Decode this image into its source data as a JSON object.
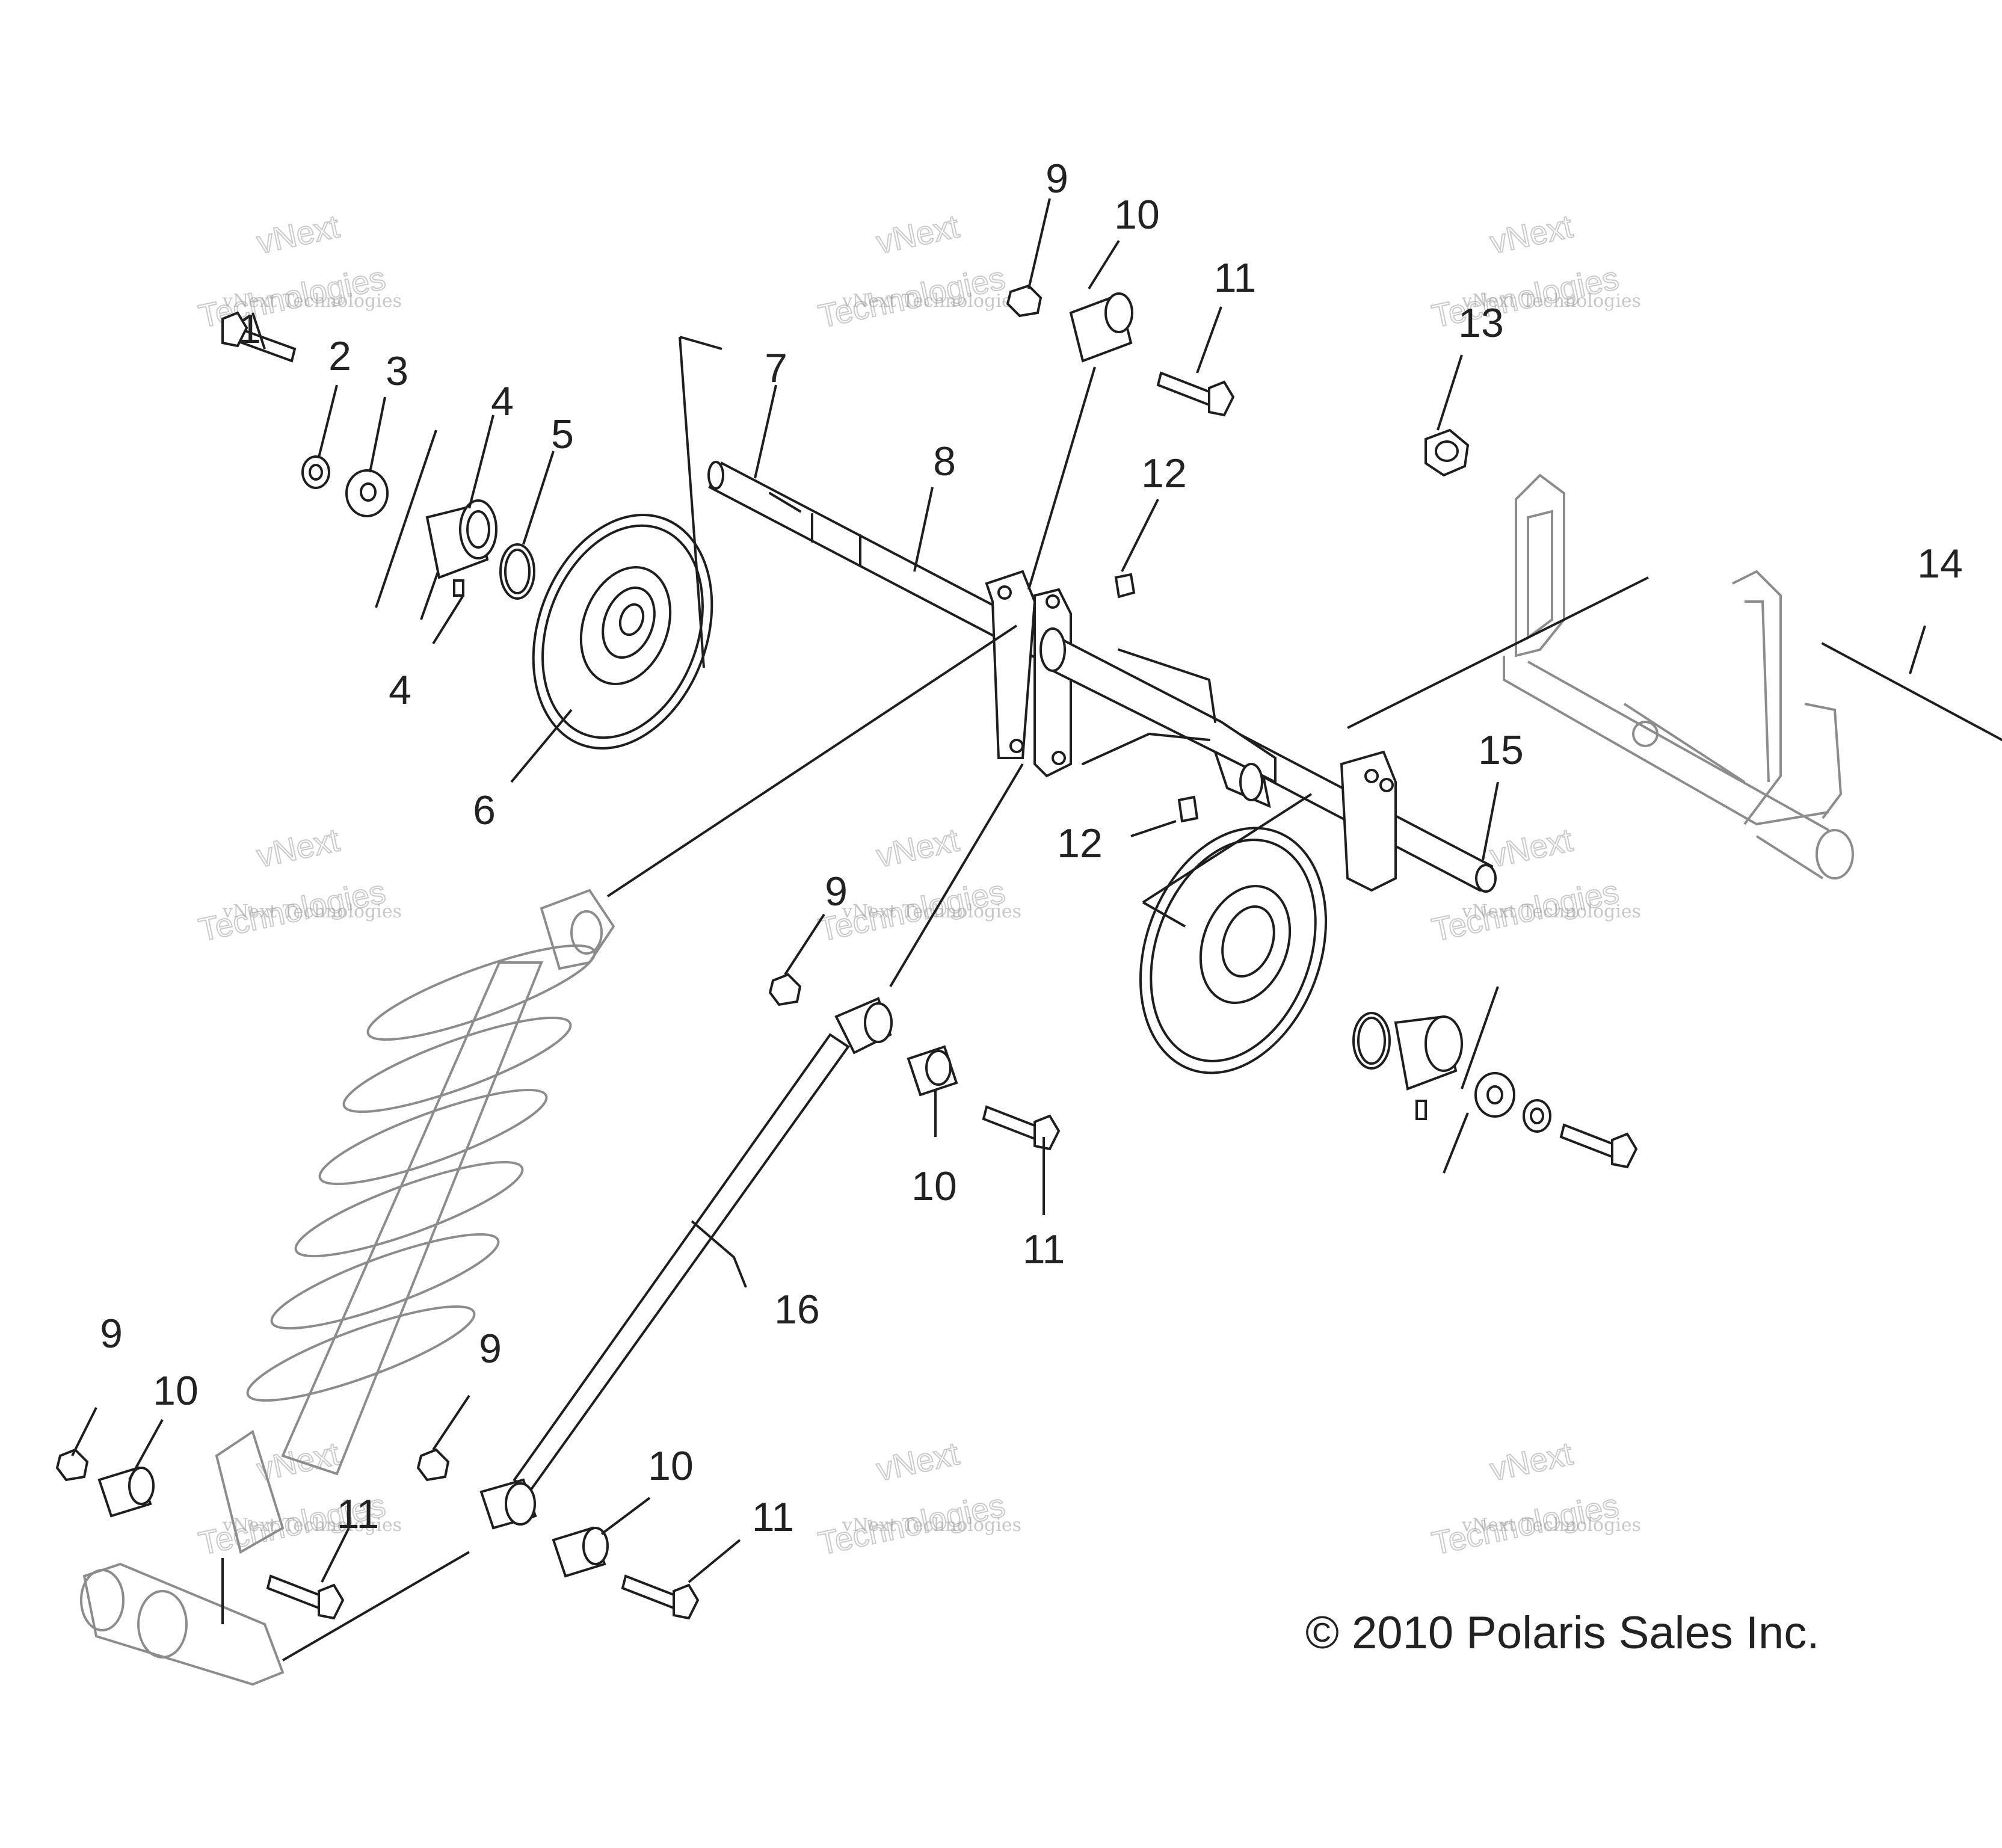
{
  "callouts": [
    {
      "id": "c1",
      "text": "1"
    },
    {
      "id": "c2",
      "text": "2"
    },
    {
      "id": "c3",
      "text": "3"
    },
    {
      "id": "c4a",
      "text": "4"
    },
    {
      "id": "c4b",
      "text": "4"
    },
    {
      "id": "c5",
      "text": "5"
    },
    {
      "id": "c6",
      "text": "6"
    },
    {
      "id": "c7",
      "text": "7"
    },
    {
      "id": "c8",
      "text": "8"
    },
    {
      "id": "c9a",
      "text": "9"
    },
    {
      "id": "c9b",
      "text": "9"
    },
    {
      "id": "c9c",
      "text": "9"
    },
    {
      "id": "c9d",
      "text": "9"
    },
    {
      "id": "c10a",
      "text": "10"
    },
    {
      "id": "c10b",
      "text": "10"
    },
    {
      "id": "c10c",
      "text": "10"
    },
    {
      "id": "c10d",
      "text": "10"
    },
    {
      "id": "c11a",
      "text": "11"
    },
    {
      "id": "c11b",
      "text": "11"
    },
    {
      "id": "c11c",
      "text": "11"
    },
    {
      "id": "c11d",
      "text": "11"
    },
    {
      "id": "c12a",
      "text": "12"
    },
    {
      "id": "c12b",
      "text": "12"
    },
    {
      "id": "c13",
      "text": "13"
    },
    {
      "id": "c14",
      "text": "14"
    },
    {
      "id": "c15",
      "text": "15"
    },
    {
      "id": "c16",
      "text": "16"
    }
  ],
  "copyright": "© 2010 Polaris Sales Inc.",
  "watermark": {
    "line1": "vNext Technologies",
    "line2": "vNext",
    "line3": "Technologies"
  }
}
